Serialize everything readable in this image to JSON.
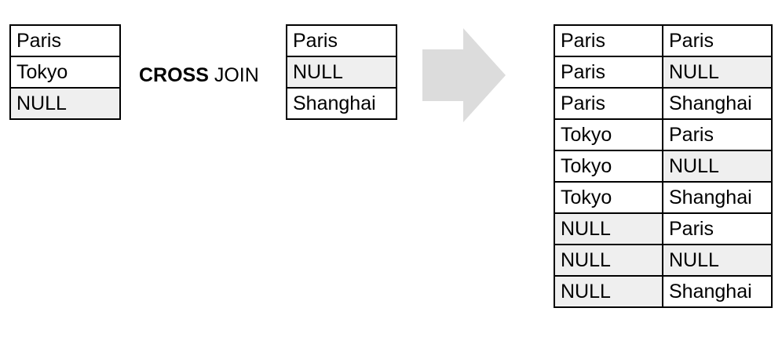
{
  "left_table": {
    "rows": [
      {
        "value": "Paris",
        "is_null": false
      },
      {
        "value": "Tokyo",
        "is_null": false
      },
      {
        "value": "NULL",
        "is_null": true
      }
    ]
  },
  "operator": {
    "keyword": "CROSS",
    "word": "JOIN"
  },
  "right_table": {
    "rows": [
      {
        "value": "Paris",
        "is_null": false
      },
      {
        "value": "NULL",
        "is_null": true
      },
      {
        "value": "Shanghai",
        "is_null": false
      }
    ]
  },
  "result_table": {
    "rows": [
      [
        {
          "value": "Paris",
          "is_null": false
        },
        {
          "value": "Paris",
          "is_null": false
        }
      ],
      [
        {
          "value": "Paris",
          "is_null": false
        },
        {
          "value": "NULL",
          "is_null": true
        }
      ],
      [
        {
          "value": "Paris",
          "is_null": false
        },
        {
          "value": "Shanghai",
          "is_null": false
        }
      ],
      [
        {
          "value": "Tokyo",
          "is_null": false
        },
        {
          "value": "Paris",
          "is_null": false
        }
      ],
      [
        {
          "value": "Tokyo",
          "is_null": false
        },
        {
          "value": "NULL",
          "is_null": true
        }
      ],
      [
        {
          "value": "Tokyo",
          "is_null": false
        },
        {
          "value": "Shanghai",
          "is_null": false
        }
      ],
      [
        {
          "value": "NULL",
          "is_null": true
        },
        {
          "value": "Paris",
          "is_null": false
        }
      ],
      [
        {
          "value": "NULL",
          "is_null": true
        },
        {
          "value": "NULL",
          "is_null": true
        }
      ],
      [
        {
          "value": "NULL",
          "is_null": true
        },
        {
          "value": "Shanghai",
          "is_null": false
        }
      ]
    ]
  },
  "colors": {
    "null_cell_background": "#efefef",
    "cell_background": "#ffffff",
    "border": "#000000",
    "arrow": "#dcdcdc"
  },
  "icons": {
    "arrow": "right-arrow-icon"
  }
}
